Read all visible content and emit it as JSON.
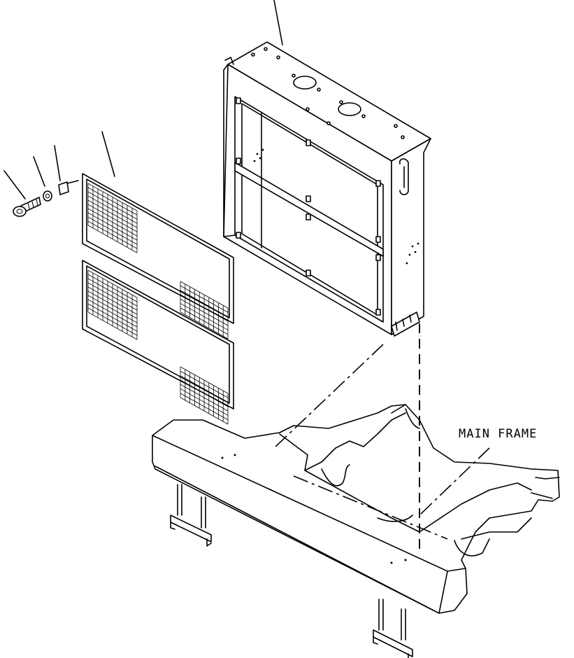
{
  "diagram": {
    "callout_text": "MAIN FRAME",
    "parts": [
      {
        "name": "radiator-guard-frame"
      },
      {
        "name": "upper-grille-panel"
      },
      {
        "name": "lower-grille-panel"
      },
      {
        "name": "bolt"
      },
      {
        "name": "washer"
      },
      {
        "name": "clip-nut"
      },
      {
        "name": "main-frame"
      }
    ],
    "colors": {
      "line": "#000000",
      "background": "#ffffff"
    }
  }
}
